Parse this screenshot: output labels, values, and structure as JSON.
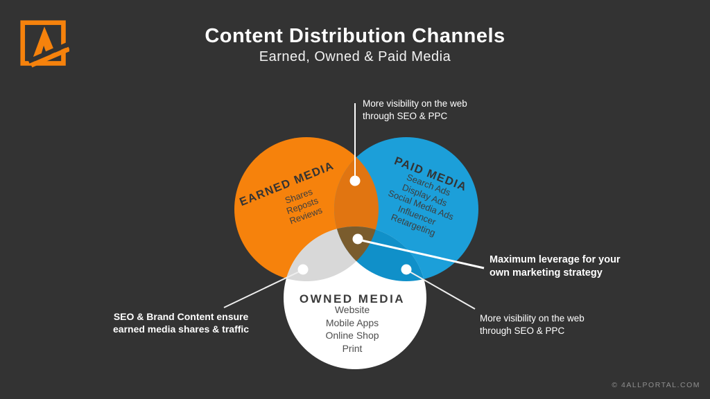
{
  "page": {
    "background_color": "#333333"
  },
  "header": {
    "title": "Content Distribution Channels",
    "subtitle": "Earned, Owned & Paid Media"
  },
  "logo": {
    "color": "#F6820C"
  },
  "venn": {
    "earned": {
      "label": "EARNED MEDIA",
      "items": [
        "Shares",
        "Reposts",
        "Reviews"
      ],
      "color": "#F6820C"
    },
    "paid": {
      "label": "PAID MEDIA",
      "items": [
        "Search Ads",
        "Display Ads",
        "Social Media Ads",
        "Influencer",
        "Retargeting"
      ],
      "color": "#1C9FD9"
    },
    "owned": {
      "label": "OWNED MEDIA",
      "items": [
        "Website",
        "Mobile Apps",
        "Online Shop",
        "Print"
      ],
      "color": "#FFFFFF"
    },
    "overlap_colors": {
      "earned_paid": "#E17511",
      "earned_owned": "#D8D8D8",
      "paid_owned": "#1090C9",
      "all_three": "#7A5C2D"
    }
  },
  "annotations": {
    "top": {
      "lines": [
        "More visibility on the web",
        "through SEO & PPC"
      ]
    },
    "right": {
      "lines": [
        "Maximum leverage for your",
        "own marketing strategy"
      ]
    },
    "bottom_right": {
      "lines": [
        "More visibility on the web",
        "through SEO & PPC"
      ]
    },
    "bottom_left": {
      "lines": [
        "SEO & Brand Content ensure",
        "earned media shares & traffic"
      ]
    }
  },
  "footer": {
    "credit": "© 4ALLPORTAL.COM"
  }
}
